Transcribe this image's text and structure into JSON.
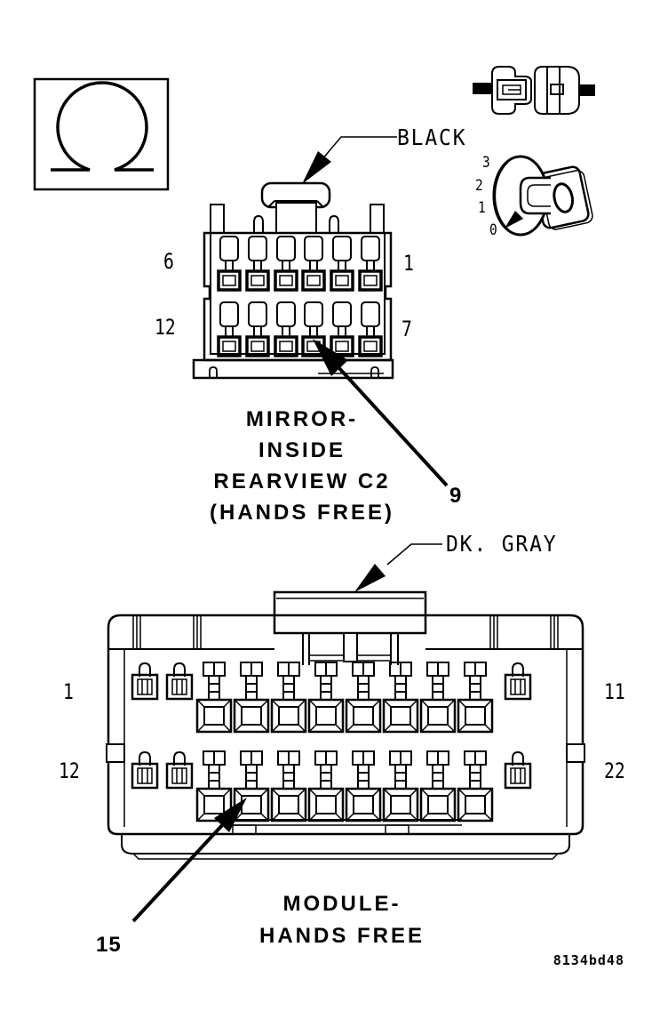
{
  "page": {
    "background": "#ffffff",
    "ink": "#000000",
    "figure_id": "8134bd48"
  },
  "symbols": {
    "omega_box": {
      "name": "resistance-omega-symbol"
    },
    "plug_pair": {
      "name": "mating-connector-pair-symbol"
    },
    "dial": {
      "numbers": [
        "3",
        "2",
        "1",
        "0"
      ]
    }
  },
  "connectors": [
    {
      "id": "c2",
      "color_label": "BLACK",
      "name_lines": [
        "MIRROR-",
        "INSIDE",
        "REARVIEW C2",
        "(HANDS FREE)"
      ],
      "pins": {
        "rows": 2,
        "columns": 6,
        "total": 12,
        "top_left": "6",
        "top_right": "1",
        "bottom_left": "12",
        "bottom_right": "7"
      },
      "callout_pin": "9"
    },
    {
      "id": "module",
      "color_label": "DK. GRAY",
      "name_lines": [
        "MODULE-",
        "HANDS FREE"
      ],
      "pins": {
        "rows": 2,
        "columns": 11,
        "total": 22,
        "top_left": "1",
        "top_right": "11",
        "bottom_left": "12",
        "bottom_right": "22"
      },
      "callout_pin": "15"
    }
  ]
}
